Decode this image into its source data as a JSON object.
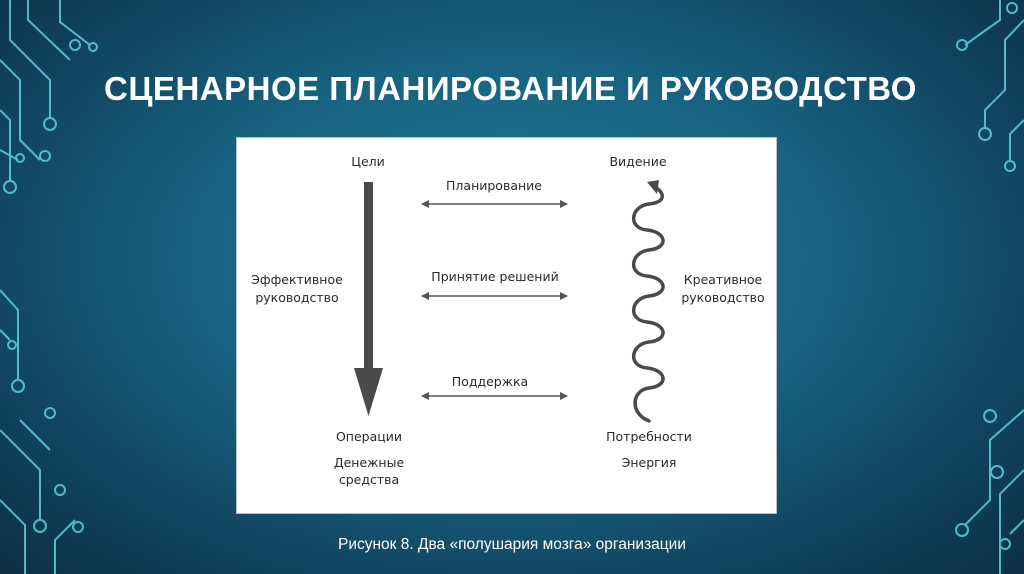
{
  "slide": {
    "title": "СЦЕНАРНОЕ ПЛАНИРОВАНИЕ И РУКОВОДСТВО",
    "caption": "Рисунок 8. Два «полушария мозга» организации"
  },
  "figure": {
    "left_top": "Цели",
    "left_middle_line1": "Эффективное",
    "left_middle_line2": "руководство",
    "left_bottom": "Операции",
    "left_bottom2_line1": "Денежные",
    "left_bottom2_line2": "средства",
    "center_top": "Планирование",
    "center_middle": "Принятие решений",
    "center_bottom": "Поддержка",
    "right_top": "Видение",
    "right_middle_line1": "Креативное",
    "right_middle_line2": "руководство",
    "right_bottom": "Потребности",
    "right_bottom2": "Энергия"
  }
}
